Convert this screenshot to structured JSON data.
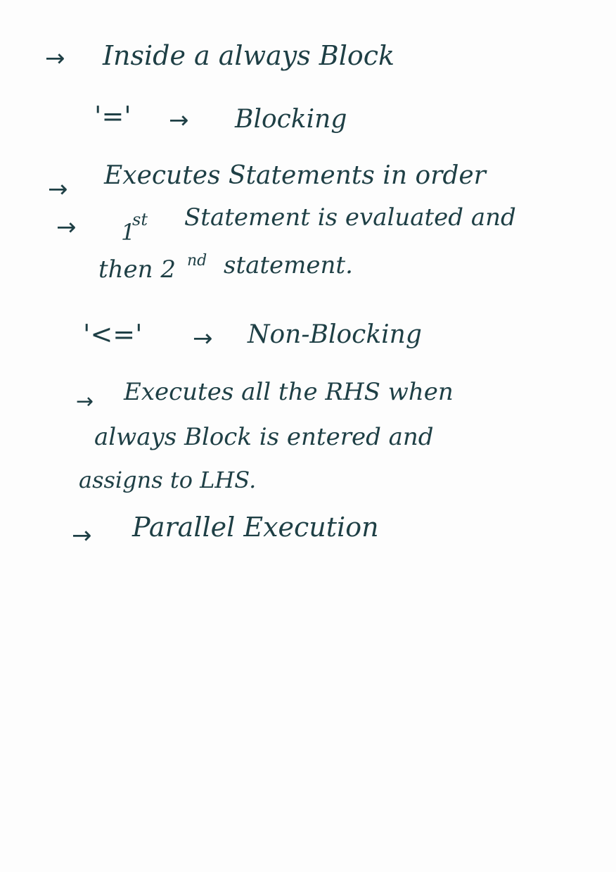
{
  "colors": {
    "ink": "#1e3f45",
    "paper": "#fdfdfd"
  },
  "arrow_glyph": "→",
  "notes": {
    "heading": "Inside a always Block",
    "blocking_operator": "'='",
    "blocking_label": "Blocking",
    "blocking_point_1": "Executes Statements in order",
    "blocking_point_2_prefix": "1",
    "blocking_point_2_superscript": "st",
    "blocking_point_2": "Statement is evaluated and",
    "blocking_point_2_cont_prefix": "then 2",
    "blocking_point_2_cont_superscript": "nd",
    "blocking_point_2_cont": "statement.",
    "nonblocking_operator": "'<='",
    "nonblocking_label": "Non-Blocking",
    "nonblocking_point_1": "Executes all the RHS when",
    "nonblocking_point_1_cont": "always Block is entered and",
    "nonblocking_point_1_cont2": "assigns to LHS.",
    "nonblocking_point_2": "Parallel Execution"
  }
}
